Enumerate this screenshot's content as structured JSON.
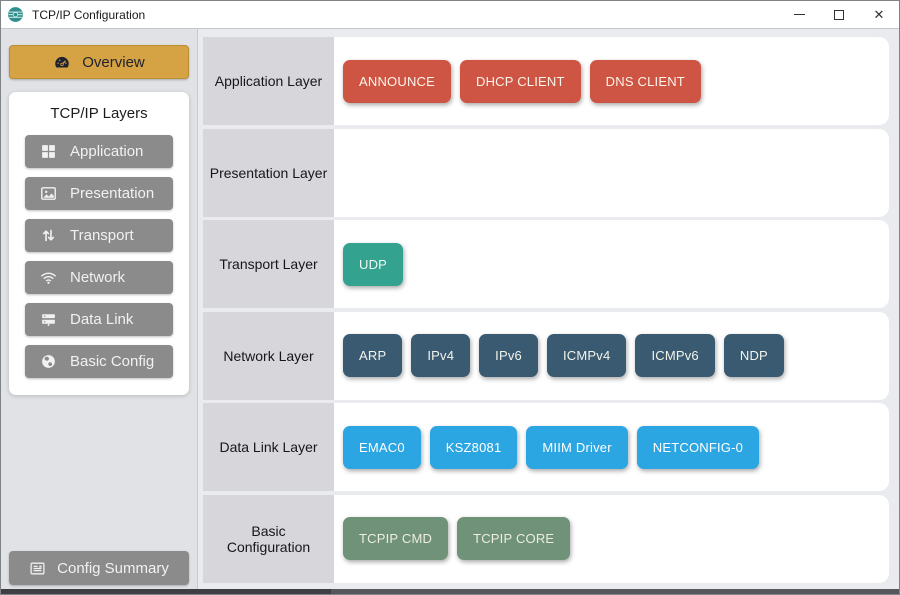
{
  "window": {
    "title": "TCP/IP Configuration"
  },
  "sidebar": {
    "overview": {
      "label": "Overview",
      "icon": "gauge-icon"
    },
    "layers_panel": {
      "title": "TCP/IP Layers",
      "items": [
        {
          "label": "Application",
          "icon": "grid-icon"
        },
        {
          "label": "Presentation",
          "icon": "image-icon"
        },
        {
          "label": "Transport",
          "icon": "arrows-vertical-icon"
        },
        {
          "label": "Network",
          "icon": "wifi-icon"
        },
        {
          "label": "Data Link",
          "icon": "server-icon"
        },
        {
          "label": "Basic Config",
          "icon": "globe-icon"
        }
      ]
    },
    "config_summary": {
      "label": "Config Summary",
      "icon": "newspaper-icon"
    }
  },
  "main": {
    "rows": [
      {
        "label": "Application Layer",
        "chip_color": "#ce5444",
        "chip_text_color": "#fdf4ea",
        "chips": [
          "ANNOUNCE",
          "DHCP CLIENT",
          "DNS CLIENT"
        ]
      },
      {
        "label": "Presentation Layer",
        "chip_color": "#ffffff",
        "chip_text_color": "#ffffff",
        "chips": []
      },
      {
        "label": "Transport Layer",
        "chip_color": "#33a28e",
        "chip_text_color": "#f0f8f2",
        "chips": [
          "UDP"
        ]
      },
      {
        "label": "Network Layer",
        "chip_color": "#3a5a71",
        "chip_text_color": "#f3f4ec",
        "chips": [
          "ARP",
          "IPv4",
          "IPv6",
          "ICMPv4",
          "ICMPv6",
          "NDP"
        ]
      },
      {
        "label": "Data Link Layer",
        "chip_color": "#2ba6e2",
        "chip_text_color": "#ffffff",
        "chips": [
          "EMAC0",
          "KSZ8081",
          "MIIM Driver",
          "NETCONFIG-0"
        ]
      },
      {
        "label": "Basic Configuration",
        "chip_color": "#6f9278",
        "chip_text_color": "#edeedd",
        "chips": [
          "TCPIP CMD",
          "TCPIP CORE"
        ]
      }
    ]
  },
  "colors": {
    "accent_gold": "#d5a244",
    "sidebar_button_gray": "#8b8b8b",
    "row_label_gray": "#d7d7db",
    "app_icon_teal": "#2f8f8f",
    "main_background": "#e9ebee"
  }
}
